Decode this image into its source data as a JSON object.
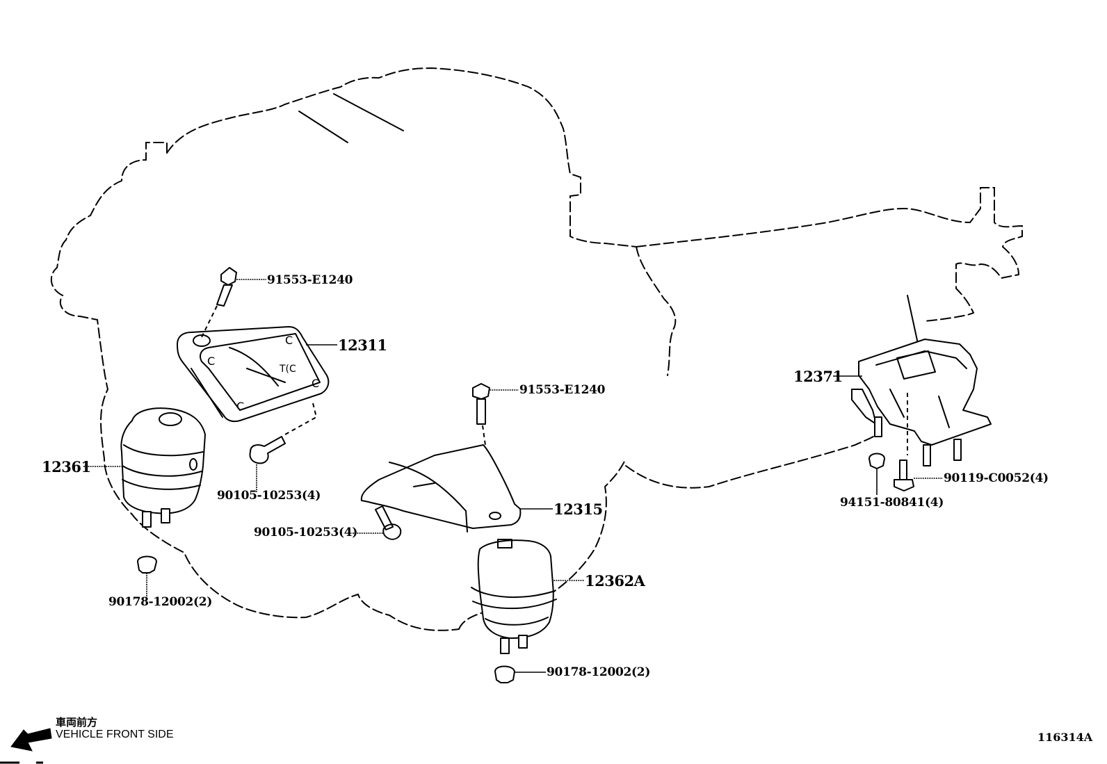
{
  "diagram": {
    "figure_id": "116314A",
    "legend": {
      "direction_jp": "車両前方",
      "direction_en": "VEHICLE FRONT SIDE",
      "arrow_icon": "arrow-down-left-icon"
    },
    "parts": [
      {
        "id": "bolt-upper-left",
        "label": "91553-E1240"
      },
      {
        "id": "bracket-left",
        "label": "12311"
      },
      {
        "id": "mount-left",
        "label": "12361"
      },
      {
        "id": "bolt-left-bracket",
        "label": "90105-10253(4)"
      },
      {
        "id": "nut-left",
        "label": "90178-12002(2)"
      },
      {
        "id": "bolt-upper-right",
        "label": "91553-E1240"
      },
      {
        "id": "bracket-right",
        "label": "12315"
      },
      {
        "id": "bolt-right-bracket",
        "label": "90105-10253(4)"
      },
      {
        "id": "mount-right",
        "label": "12362A"
      },
      {
        "id": "nut-right",
        "label": "90178-12002(2)"
      },
      {
        "id": "rear-mount",
        "label": "12371"
      },
      {
        "id": "rear-bolt",
        "label": "90119-C0052(4)"
      },
      {
        "id": "rear-nut",
        "label": "94151-80841(4)"
      }
    ]
  }
}
